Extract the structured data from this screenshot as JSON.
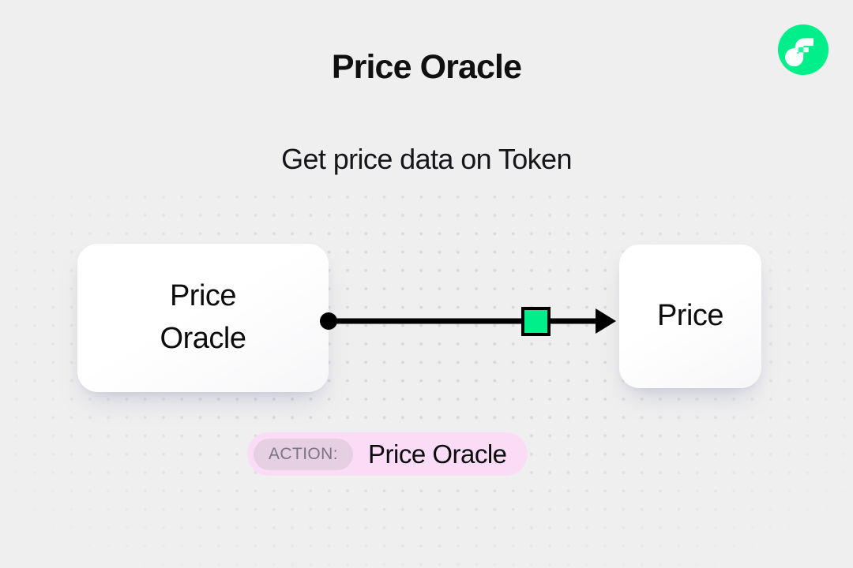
{
  "header": {
    "title": "Price Oracle",
    "subtitle": "Get price data on Token",
    "logo_icon": "flow-logo-icon"
  },
  "diagram": {
    "nodes": [
      {
        "id": "price-oracle",
        "label": "Price\nOracle"
      },
      {
        "id": "price",
        "label": "Price"
      }
    ],
    "connector": {
      "source_handle_icon": "source-dot-handle",
      "marker_icon": "green-square-marker",
      "arrow_icon": "arrow-head-icon"
    }
  },
  "action_badge": {
    "pill_label": "ACTION:",
    "value": "Price Oracle"
  },
  "colors": {
    "background": "#efefef",
    "accent_green": "#00ef8b",
    "badge_background": "#fbdcf7",
    "badge_pill_background": "#e6cfe3",
    "badge_pill_text": "#7c7481",
    "dot_grid": "#d9d9db",
    "line": "#000000"
  }
}
